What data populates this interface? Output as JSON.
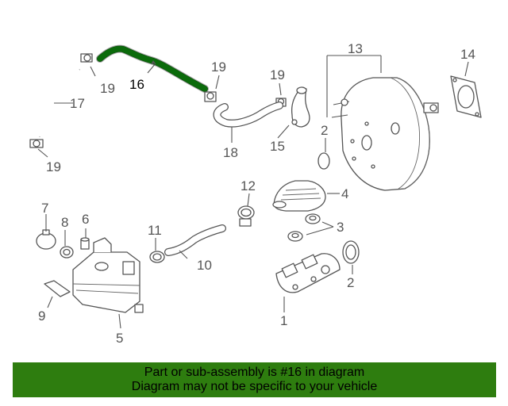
{
  "callouts": {
    "c1": "1",
    "c2a": "2",
    "c2b": "2",
    "c3": "3",
    "c4": "4",
    "c5": "5",
    "c6": "6",
    "c7": "7",
    "c8": "8",
    "c9": "9",
    "c10": "10",
    "c11": "11",
    "c12": "12",
    "c13": "13",
    "c14": "14",
    "c15": "15",
    "c16": "16",
    "c17": "17",
    "c18": "18",
    "c19a": "19",
    "c19b": "19",
    "c19c": "19",
    "c19d": "19"
  },
  "highlight": {
    "part_number": "16",
    "color": "#0b6b0b"
  },
  "banner": {
    "line1": "Part or sub-assembly is #16 in diagram",
    "line2": "Diagram may not be specific to your vehicle",
    "background": "#2e7d0f"
  }
}
